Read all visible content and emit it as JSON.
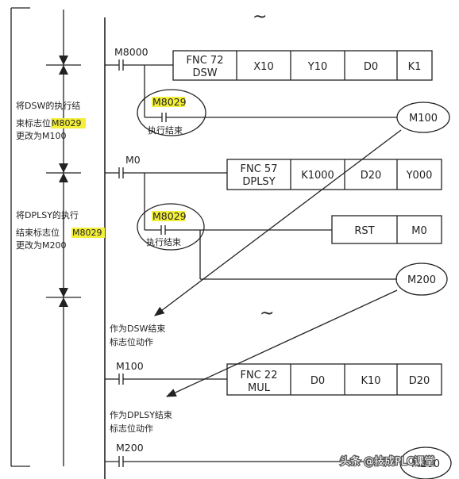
{
  "rungs": {
    "r1": {
      "contact": "M8000",
      "boxes": [
        "FNC 72",
        "DSW",
        "X10",
        "Y10",
        "D0",
        "K1"
      ],
      "flag_contact": "M8029",
      "flag_caption": "执行结束",
      "coil": "M100"
    },
    "r2": {
      "contact": "M0",
      "boxes": [
        "FNC 57",
        "DPLSY",
        "K1000",
        "D20",
        "Y000"
      ],
      "flag_contact": "M8029",
      "flag_caption": "执行结束",
      "rst_boxes": [
        "RST",
        "M0"
      ],
      "coil": "M200"
    },
    "r3": {
      "contact": "M100",
      "boxes": [
        "FNC 22",
        "MUL",
        "D0",
        "K10",
        "D20"
      ]
    },
    "r4": {
      "contact": "M200",
      "coil": "M200"
    }
  },
  "notes": {
    "left1": [
      "将DSW的执行结",
      "束标志位",
      "M8029",
      "更改为M100"
    ],
    "left2": [
      "将DPLSY的执行",
      "结束标志位",
      "M8029",
      "更改为M200"
    ],
    "mid1": [
      "作为DSW结束",
      "标志位动作"
    ],
    "mid2": [
      "作为DPLSY结束",
      "标志位动作"
    ]
  },
  "break_marks": [
    "~",
    "~"
  ],
  "watermark": "头条 @技成PLC课堂",
  "colors": {
    "line": "#222222",
    "highlight": "#f2ee3a"
  }
}
